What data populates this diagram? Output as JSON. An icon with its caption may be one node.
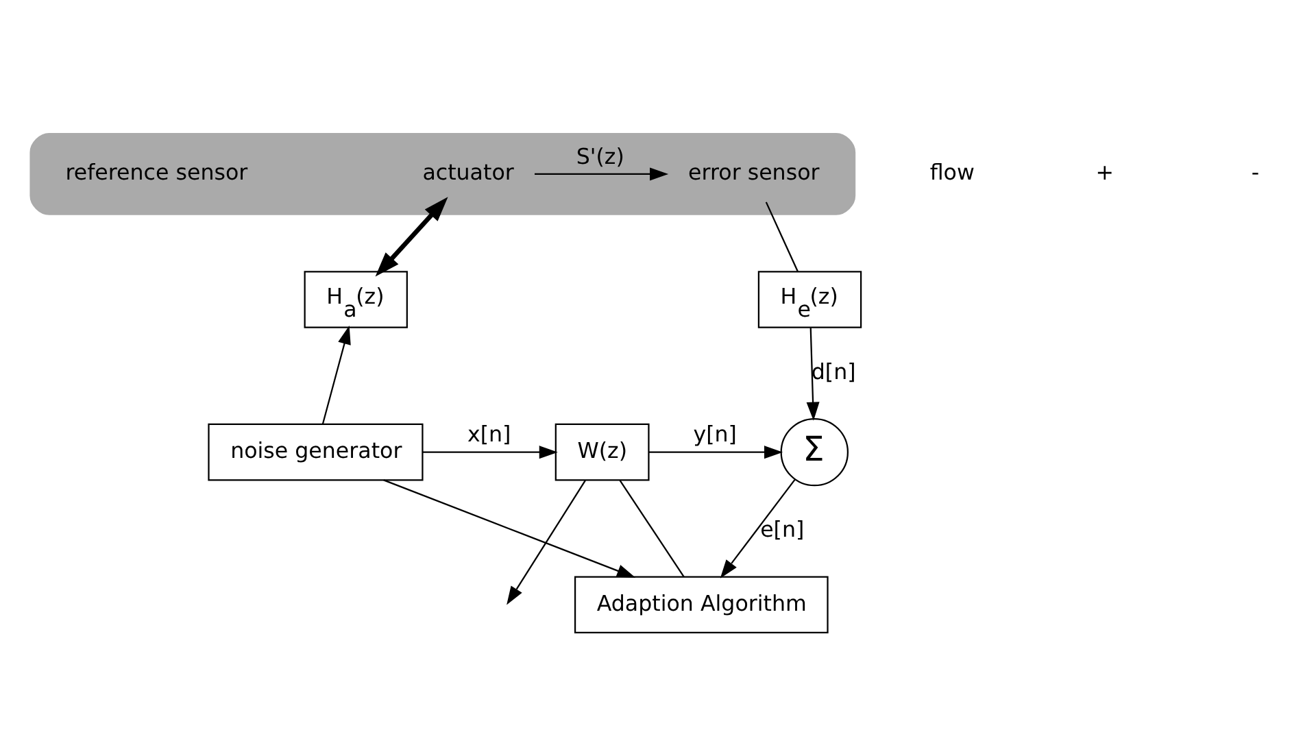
{
  "diagram": {
    "nodes": [
      {
        "text": [],
        "shape": "bar"
      },
      {
        "text": [
          "reference sensor"
        ],
        "in": 0
      },
      {
        "text": [
          "actuator"
        ],
        "in": 0
      },
      {
        "text": [
          "error sensor"
        ],
        "in": 0
      },
      {
        "text": [
          "H$_{a}$(z)"
        ]
      },
      {
        "text": [
          "H$_{e}$(z)"
        ]
      },
      {
        "text": [
          "noise generator"
        ]
      },
      {
        "text": [
          "W(z)"
        ]
      },
      {
        "text": [
          "Σ"
        ]
      },
      {
        "text": [
          "Adaption Algorithm"
        ]
      }
    ],
    "edges": [
      {
        "from": 2,
        "to": 3,
        "arrow": "to",
        "label": "S'(z)"
      },
      {
        "from": 4,
        "to": 2,
        "arrow": "both",
        "style": "thick"
      },
      {
        "from": 3,
        "to": 5,
        "arrow": "none"
      },
      {
        "from": 5,
        "to": 8,
        "arrow": "to",
        "label": "d[n]"
      },
      {
        "from": 6,
        "to": 7,
        "arrow": "to",
        "label": "x[n]"
      },
      {
        "from": 6,
        "to": 4,
        "arrow": "to"
      },
      {
        "from": 6,
        "to": 9,
        "arrow": "to"
      },
      {
        "from": 7,
        "to": 8,
        "arrow": "to",
        "label": "y[n]"
      },
      {
        "from": 8,
        "to": 9,
        "arrow": "to",
        "label": "e[n]"
      },
      {
        "from": 9,
        "to": 7,
        "arrow": "none"
      },
      {
        "from": 7,
        "to": null,
        "arrow": "to"
      }
    ],
    "labels": [
      "flow",
      "+",
      "-"
    ]
  }
}
